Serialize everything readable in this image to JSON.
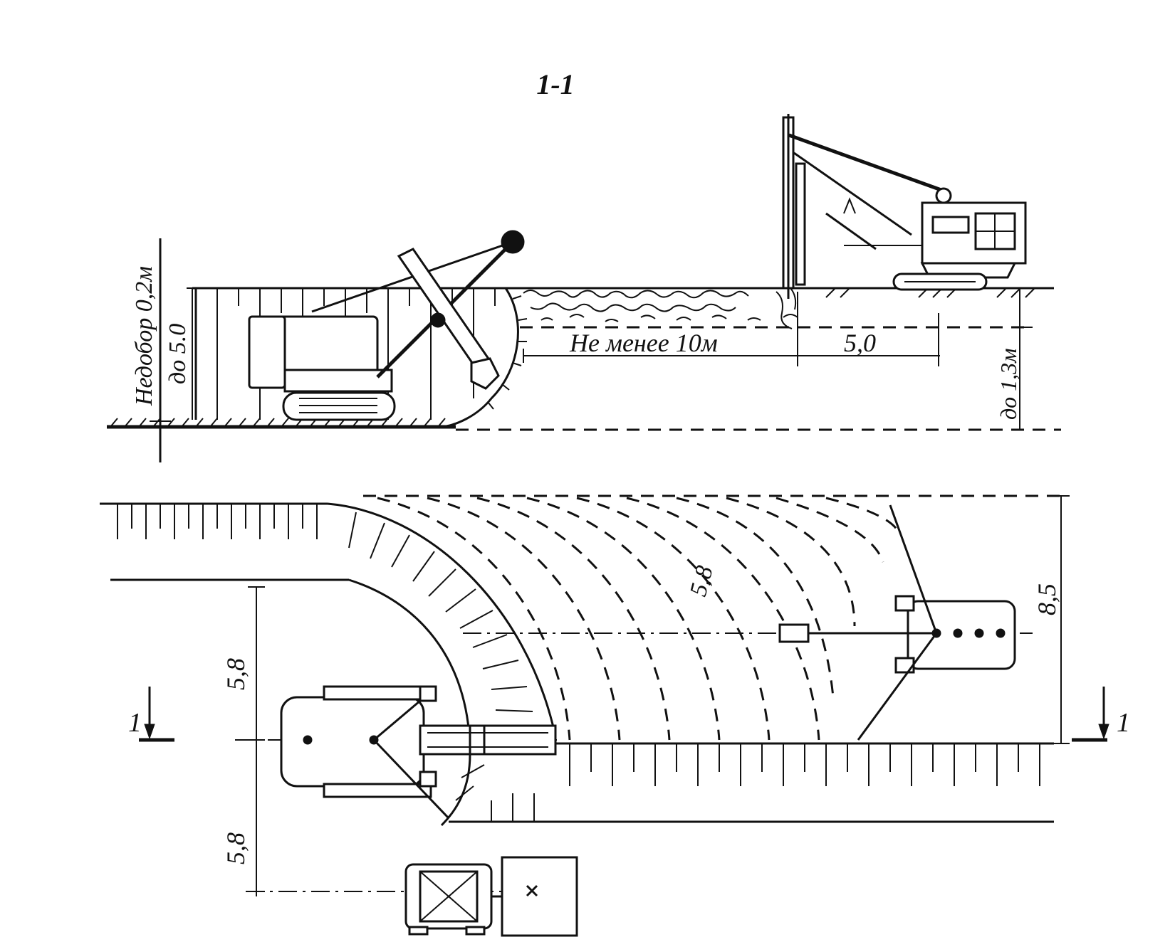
{
  "section_title": "1-1",
  "labels": {
    "underdig": "Недобор 0,2м",
    "depth_to": "до 5.0",
    "min_distance": "Не менее 10м",
    "offset": "5,0",
    "blast_depth": "до 1,3м",
    "radius_dig": "5,8",
    "width": "8,5",
    "radius_upper": "5,8",
    "radius_lower": "5,8",
    "section_mark_left": "1",
    "section_mark_right": "1"
  }
}
